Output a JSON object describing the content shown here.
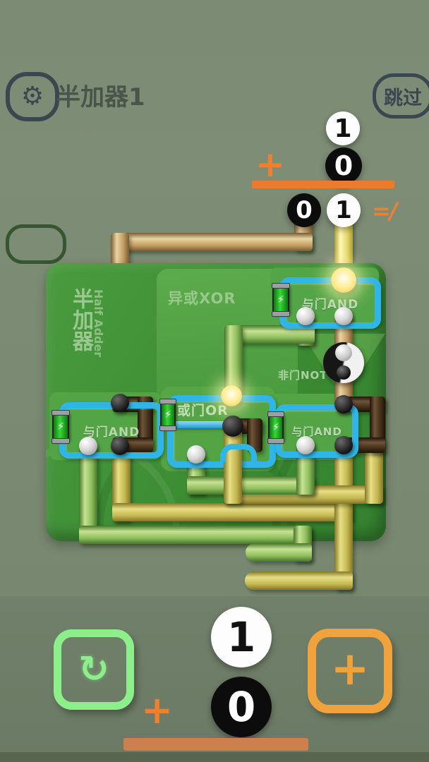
{
  "header": {
    "title": "半加器1",
    "skip_label": "跳过"
  },
  "icons": {
    "gear": "⚙",
    "reset": "↻",
    "add": "+",
    "bolt": "⚡"
  },
  "equation": {
    "operand_top": "1",
    "operand_bottom": "0",
    "operator": "+",
    "result": [
      "0",
      "1"
    ],
    "mismatch": "=/"
  },
  "board": {
    "title_cn": "半加器",
    "title_en": "Half Adder",
    "gates": {
      "xor": "异或XOR",
      "and_top": "与门AND",
      "not": "非门NOT",
      "or": "或门OR",
      "and_left": "与门AND",
      "and_right": "与门AND"
    }
  },
  "controls": {
    "token_one": "1",
    "token_zero": "0",
    "plus_symbol": "+"
  },
  "colors": {
    "accent_orange": "#ee8030",
    "add_button_orange": "#f0a23c",
    "reset_green": "#8cef8a",
    "pipe_cyan": "#2fb5e8",
    "board_green": "#43943a"
  }
}
